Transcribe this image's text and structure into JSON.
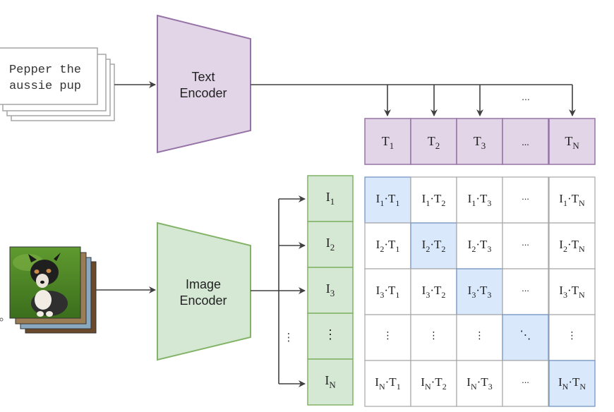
{
  "text_input": {
    "line1": "Pepper the",
    "line2": "aussie pup"
  },
  "text_encoder": {
    "line1": "Text",
    "line2": "Encoder"
  },
  "image_encoder": {
    "line1": "Image",
    "line2": "Encoder"
  },
  "text_embeddings": [
    {
      "base": "T",
      "sub": "1"
    },
    {
      "base": "T",
      "sub": "2"
    },
    {
      "base": "T",
      "sub": "3"
    },
    {
      "base": "...",
      "sub": ""
    },
    {
      "base": "T",
      "sub": "N"
    }
  ],
  "arrow_ellipsis": "...",
  "image_embeddings": [
    {
      "base": "I",
      "sub": "1"
    },
    {
      "base": "I",
      "sub": "2"
    },
    {
      "base": "I",
      "sub": "3"
    },
    {
      "base": "⋮",
      "sub": ""
    },
    {
      "base": "I",
      "sub": "N"
    }
  ],
  "left_ellipsis": "⋮",
  "matrix": {
    "row_subs": [
      "1",
      "2",
      "3",
      "",
      "N"
    ],
    "col_subs": [
      "1",
      "2",
      "3",
      "",
      "N"
    ],
    "ellipsis_h": "...",
    "ellipsis_v": "⋮",
    "ellipsis_d": "⋱",
    "diagonal_highlighted": true
  },
  "colors": {
    "text_encoder_fill": "#e1d5e7",
    "text_encoder_stroke": "#9673a6",
    "image_encoder_fill": "#d5e8d4",
    "image_encoder_stroke": "#82b366",
    "diagonal_fill": "#dae8fc",
    "diagonal_stroke": "#6c8ebf",
    "grid_stroke": "#a6a6a6",
    "arrow": "#404040"
  },
  "image_input": {
    "description_icon": "dog-photo-stack"
  }
}
